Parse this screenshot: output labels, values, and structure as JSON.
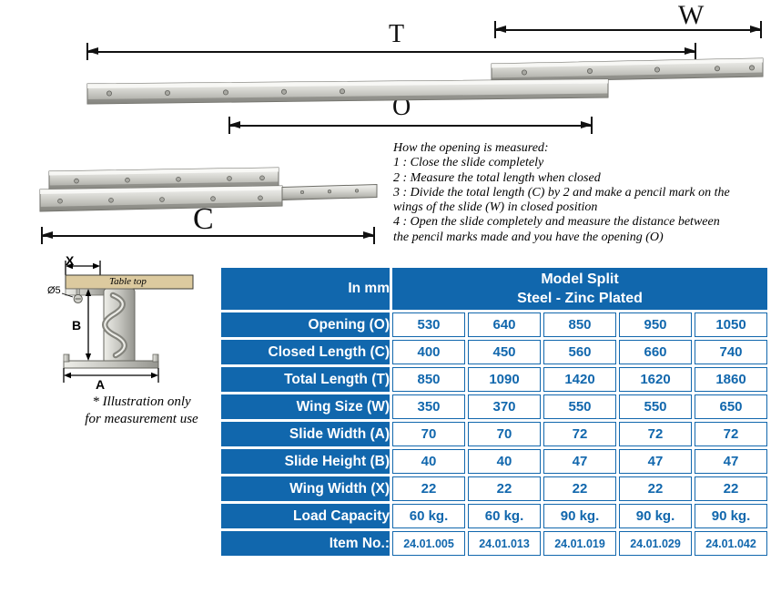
{
  "colors": {
    "blue": "#1167ad",
    "tan": "#dcca9f"
  },
  "diagram": {
    "dim_labels": {
      "w": "W",
      "t": "T",
      "o": "O",
      "c": "C"
    },
    "instructions": {
      "title": "How the opening is measured:",
      "lines": [
        "1 : Close the slide completely",
        "2 : Measure the total length when closed",
        "3 : Divide the total length (C) by 2 and make a pencil mark on the",
        "wings of the slide (W) in closed position",
        "4 : Open the slide completely and measure the distance between",
        "the pencil marks made and you have the opening (O)"
      ]
    },
    "cross_section": {
      "x_label": "X",
      "b_label": "B",
      "a_label": "A",
      "diameter_label": "Ø5",
      "table_top_label": "Table top",
      "note_line1": "* Illustration only",
      "note_line2": "for measurement use"
    }
  },
  "spec_table": {
    "unit_header": "In mm",
    "model_title": "Model Split",
    "model_subtitle": "Steel - Zinc Plated",
    "rows": [
      {
        "label": "Opening (O)",
        "values": [
          "530",
          "640",
          "850",
          "950",
          "1050"
        ]
      },
      {
        "label": "Closed Length (C)",
        "values": [
          "400",
          "450",
          "560",
          "660",
          "740"
        ]
      },
      {
        "label": "Total Length (T)",
        "values": [
          "850",
          "1090",
          "1420",
          "1620",
          "1860"
        ]
      },
      {
        "label": "Wing Size (W)",
        "values": [
          "350",
          "370",
          "550",
          "550",
          "650"
        ]
      },
      {
        "label": "Slide Width (A)",
        "values": [
          "70",
          "70",
          "72",
          "72",
          "72"
        ]
      },
      {
        "label": "Slide Height (B)",
        "values": [
          "40",
          "40",
          "47",
          "47",
          "47"
        ]
      },
      {
        "label": "Wing Width (X)",
        "values": [
          "22",
          "22",
          "22",
          "22",
          "22"
        ]
      },
      {
        "label": "Load Capacity",
        "values": [
          "60 kg.",
          "60 kg.",
          "90 kg.",
          "90 kg.",
          "90 kg."
        ]
      },
      {
        "label": "Item No.:",
        "values": [
          "24.01.005",
          "24.01.013",
          "24.01.019",
          "24.01.029",
          "24.01.042"
        ]
      }
    ]
  }
}
